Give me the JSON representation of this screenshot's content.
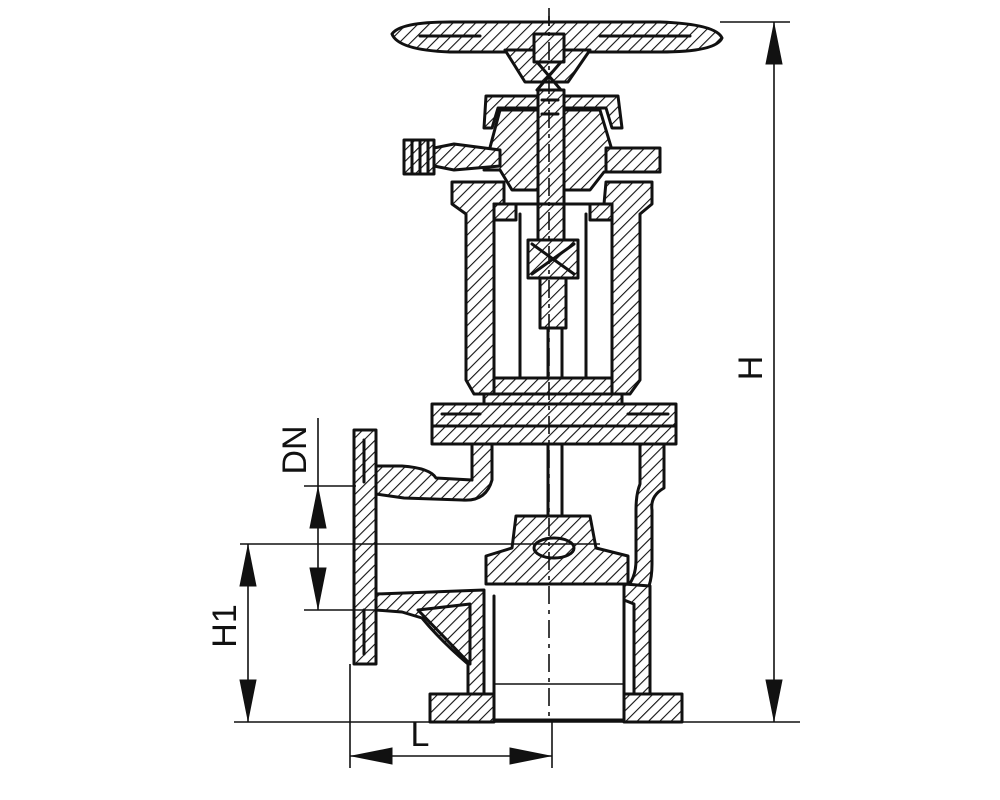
{
  "figure": {
    "subject": "valve-cross-section",
    "colors": {
      "ink": "#111111",
      "background": "#ffffff"
    }
  },
  "dimensions": {
    "height_total": "H",
    "height_axis": "H1",
    "nominal_diameter": "DN",
    "length": "L"
  }
}
